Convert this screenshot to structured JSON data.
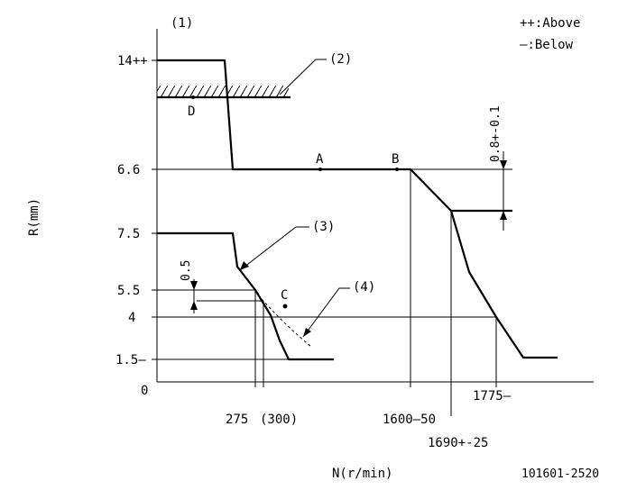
{
  "labels": {
    "ref1": "(1)",
    "ref2": "(2)",
    "ref3": "(3)",
    "ref4": "(4)",
    "legend_above": "++:Above",
    "legend_below": "—:Below",
    "y_axis_label": "R(mm)",
    "x_axis_label": "N(r/min)",
    "figure_code": "101601-2520",
    "point_a": "A",
    "point_b": "B",
    "point_c": "C",
    "point_d": "D",
    "dim_top": "0.8+-0.1",
    "dim_left": "0.5"
  },
  "y_ticks": [
    "14++",
    "6.6",
    "7.5",
    "5.5",
    "4",
    "1.5—",
    "0"
  ],
  "x_ticks": [
    "275",
    "(300)",
    "1600—50",
    "1690+-25",
    "1775—"
  ]
}
